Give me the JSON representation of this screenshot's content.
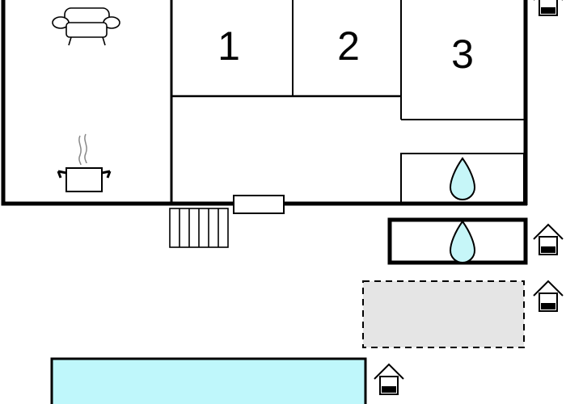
{
  "rooms": [
    {
      "id": "bedroom-1",
      "label": "1"
    },
    {
      "id": "bedroom-2",
      "label": "2"
    },
    {
      "id": "bedroom-3",
      "label": "3"
    }
  ],
  "icons": {
    "sofa": "sofa-icon",
    "kitchen": "cooking-pot-icon",
    "bathroom": "water-drop-icon",
    "outbuilding": "house-icon",
    "stairs": "stairs-icon"
  },
  "colors": {
    "wall": "#000000",
    "water": "#c6f6f8",
    "pool": "#bff7fb",
    "terrace": "#e5e5e5",
    "background": "#ffffff"
  }
}
